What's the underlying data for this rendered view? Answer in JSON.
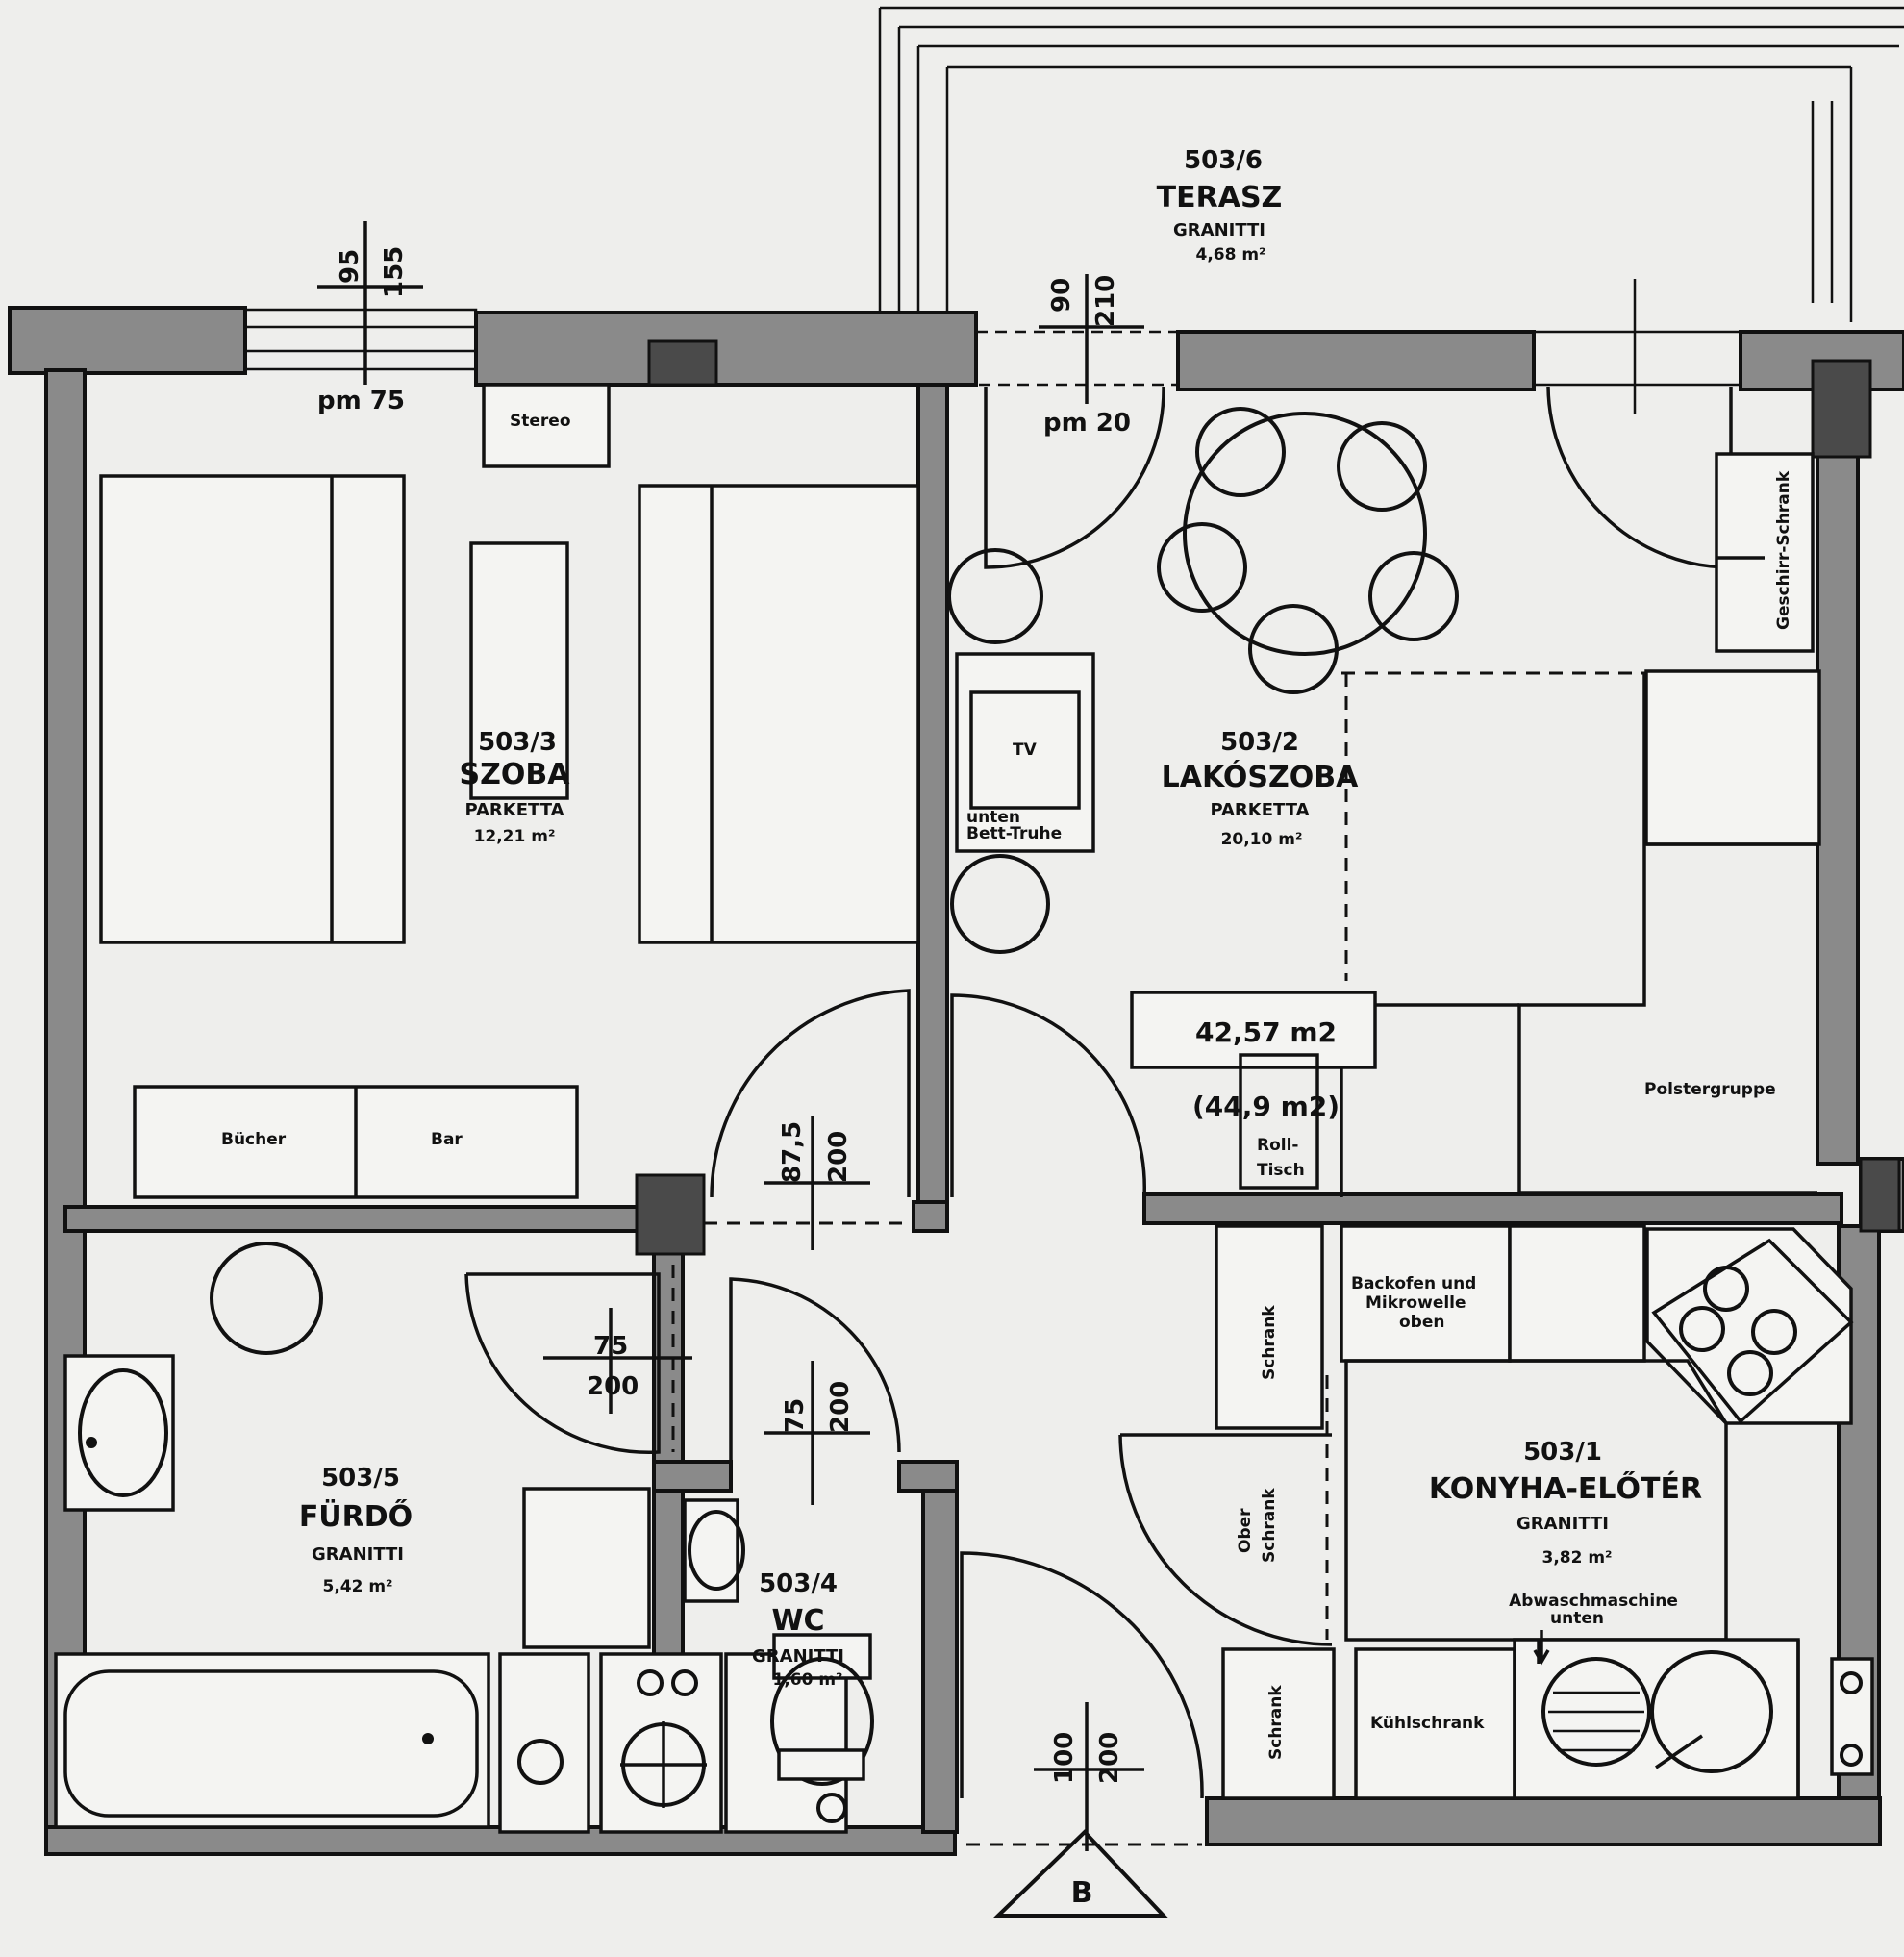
{
  "rooms": {
    "szoba": {
      "number": "503/3",
      "name": "SZOBA",
      "material": "PARKETTA",
      "area": "12,21 m²"
    },
    "lakoszoba": {
      "number": "503/2",
      "name": "LAKÓSZOBA",
      "material": "PARKETTA",
      "area": "20,10 m²"
    },
    "terasz": {
      "number": "503/6",
      "name": "TERASZ",
      "material": "GRANITTI",
      "area": "4,68 m²"
    },
    "furdo": {
      "number": "503/5",
      "name": "FÜRDŐ",
      "material": "GRANITTI",
      "area": "5,42 m²"
    },
    "wc": {
      "number": "503/4",
      "name": "WC",
      "material": "GRANITTI",
      "area": "1,60 m²"
    },
    "konyha": {
      "number": "503/1",
      "name": "KONYHA-ELŐTÉR",
      "material": "GRANITTI",
      "area": "3,82 m²"
    }
  },
  "furniture": {
    "stereo": "Stereo",
    "tv": "TV",
    "bettruhe_line1": "unten",
    "bettruhe_line2": "Bett-Truhe",
    "bucher": "Bücher",
    "bar": "Bar",
    "geschirr": "Geschirr-Schrank",
    "polster": "Polstergruppe",
    "rolltisch_line1": "Roll-",
    "rolltisch_line2": "Tisch",
    "backofen_line1": "Backofen und",
    "backofen_line2": "Mikrowelle",
    "backofen_line3": "oben",
    "schrank": "Schrank",
    "ober_line1": "Ober",
    "ober_line2": "Schrank",
    "abwasch_line1": "Abwaschmaschine",
    "abwasch_line2": "unten",
    "kuhl": "Kühlschrank"
  },
  "totals": {
    "net": "42,57 m2",
    "gross": "(44,9 m2)"
  },
  "dimensions": {
    "win_left_top": "95",
    "win_left_bottom": "155",
    "win_left_sill": "pm 75",
    "win_mid_top": "90",
    "win_mid_bottom": "210",
    "win_mid_sill": "pm 20",
    "door_szoba_top": "87,5",
    "door_szoba_bottom": "200",
    "door_furdo_top": "75",
    "door_furdo_bottom": "200",
    "door_wc_top": "75",
    "door_wc_bottom": "200",
    "door_entry_top": "100",
    "door_entry_bottom": "200"
  },
  "section_marker": "B"
}
